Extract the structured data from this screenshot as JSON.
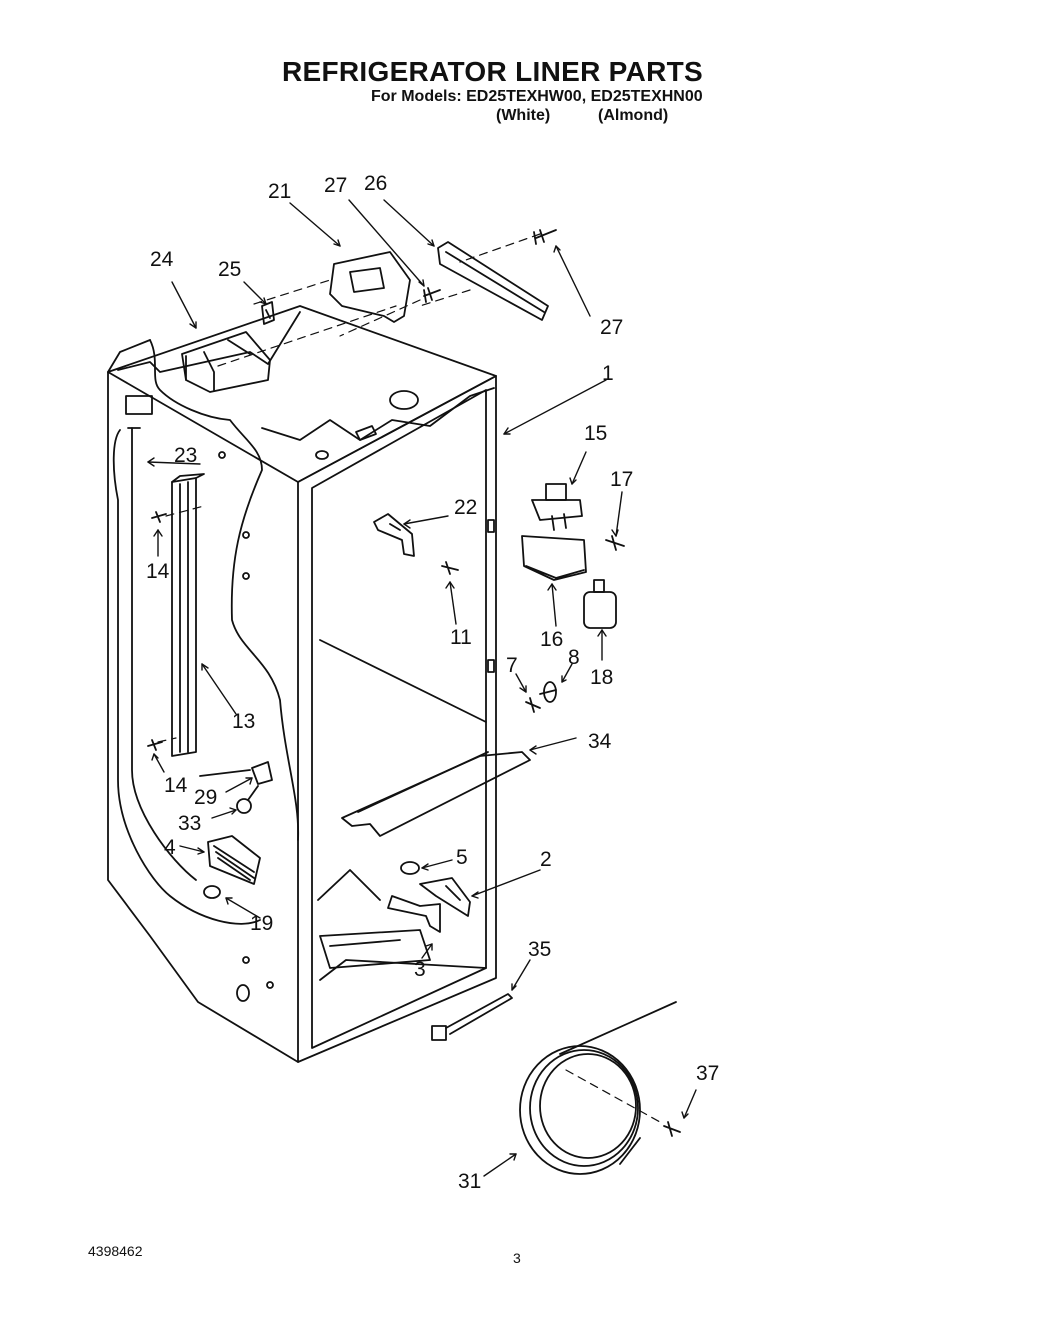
{
  "header": {
    "title": "REFRIGERATOR LINER PARTS",
    "models_line": "For Models: ED25TEXHW00, ED25TEXHN00",
    "color_white": "(White)",
    "color_almond": "(Almond)"
  },
  "callouts": {
    "c1": "1",
    "c2": "2",
    "c3": "3",
    "c4": "4",
    "c5": "5",
    "c7": "7",
    "c8": "8",
    "c11": "11",
    "c13": "13",
    "c14a": "14",
    "c14b": "14",
    "c15": "15",
    "c16": "16",
    "c17": "17",
    "c18": "18",
    "c19": "19",
    "c21": "21",
    "c22": "22",
    "c23": "23",
    "c24": "24",
    "c25": "25",
    "c26": "26",
    "c27a": "27",
    "c27b": "27",
    "c29": "29",
    "c31": "31",
    "c33": "33",
    "c34": "34",
    "c35": "35",
    "c37": "37"
  },
  "footer": {
    "doc_number": "4398462",
    "page_number": "3"
  }
}
